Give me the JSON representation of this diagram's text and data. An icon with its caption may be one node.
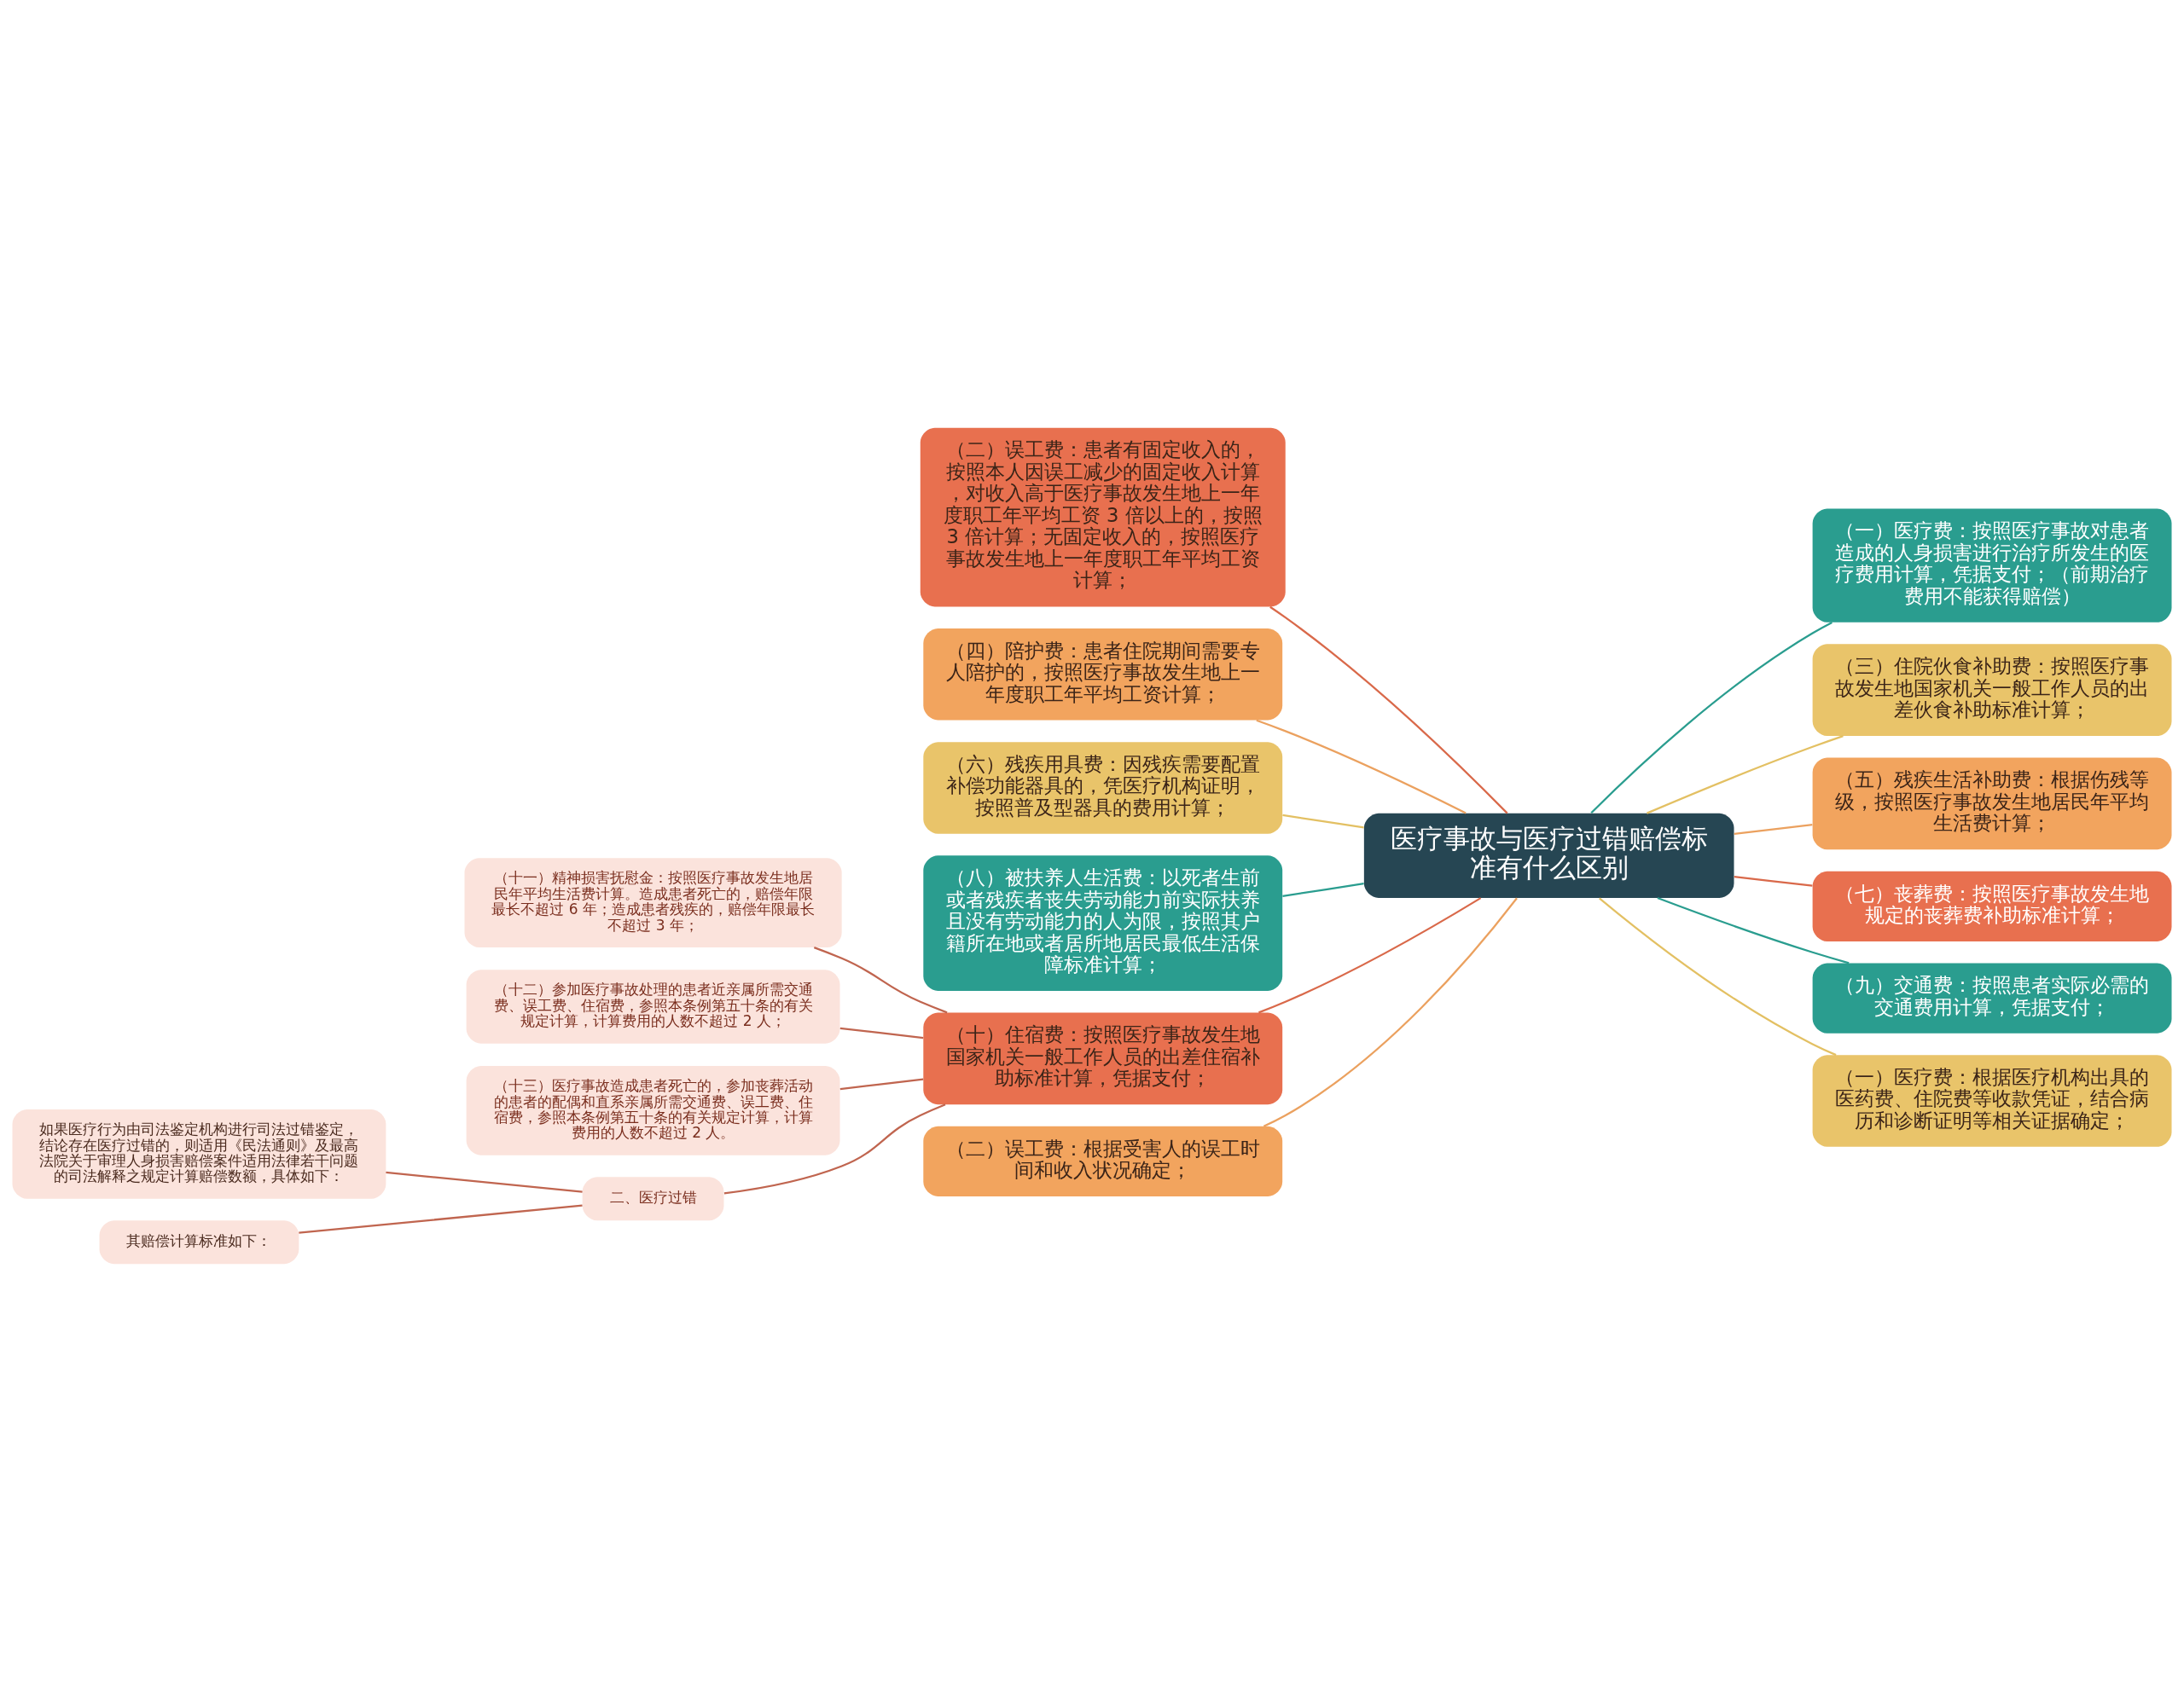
{
  "diagram": {
    "nodes": [
      {
        "text": [
          "医疗事故与医疗过错赔偿标准有什么区别"
        ]
      },
      {
        "text": [
          "（二）误工费：患者有固定收入的，按照本人因误工减少的固定收入计算，对收入高于医疗事故发生地上一年度职工年平均工资 3 倍以上的，按照 3 倍计算；无固定收入的，按照医疗事故发生地上一年度职工年平均工资计算；"
        ]
      },
      {
        "text": [
          "（四）陪护费：患者住院期间需要专人陪护的，按照医疗事故发生地上一年度职工年平均工资计算；"
        ]
      },
      {
        "text": [
          "（六）残疾用具费：因残疾需要配置补偿功能器具的，凭医疗机构证明，按照普及型器具的费用计算；"
        ]
      },
      {
        "text": [
          "（八）被扶养人生活费：以死者生前或者残疾者丧失劳动能力前实际扶养且没有劳动能力的人为限，按照其户籍所在地或者居所地居民最低生活保障标准计算；"
        ]
      },
      {
        "text": [
          "（十）住宿费：按照医疗事故发生地国家机关一般工作人员的出差住宿补助标准计算，凭据支付；"
        ]
      },
      {
        "text": [
          "（十一）精神损害抚慰金：按照医疗事故发生地居民年平均生活费计算。造成患者死亡的，赔偿年限最长不超过 6 年；造成患者残疾的，赔偿年限最长不超过 3 年；"
        ]
      },
      {
        "text": [
          "（十二）参加医疗事故处理的患者近亲属所需交通费、误工费、住宿费，参照本条例第五十条的有关规定计算，计算费用的人数不超过 2 人；"
        ]
      },
      {
        "text": [
          "（十三）医疗事故造成患者死亡的，参加丧葬活动的患者的配偶和直系亲属所需交通费、误工费、住宿费，参照本条例第五十条的有关规定计算，计算费用的人数不超过 2 人。"
        ]
      },
      {
        "text": [
          "二、医疗过错"
        ]
      },
      {
        "text": [
          "如果医疗行为由司法鉴定机构进行司法过错鉴定，结论存在医疗过错的，则适用《民法通则》及最高法院关于审理人身损害赔偿案件适用法律若干问题的司法解释之规定计算赔偿数额，具体如下："
        ]
      },
      {
        "text": [
          "其赔偿计算标准如下："
        ]
      },
      {
        "text": [
          "（二）误工费：根据受害人的误工时间和收入状况确定；"
        ]
      },
      {
        "text": [
          "（一）医疗费：按照医疗事故对患者造成的人身损害进行治疗所发生的医疗费用计算，凭据支付；（前期治疗费用不能获得赔偿）"
        ]
      },
      {
        "text": [
          "（三）住院伙食补助费：按照医疗事故发生地国家机关一般工作人员的出差伙食补助标准计算；"
        ]
      },
      {
        "text": [
          "（五）残疾生活补助费：根据伤残等级，按照医疗事故发生地居民年平均生活费计算；"
        ]
      },
      {
        "text": [
          "（七）丧葬费：按照医疗事故发生地规定的丧葬费补助标准计算；"
        ]
      },
      {
        "text": [
          "（九）交通费：按照患者实际必需的交通费用计算，凭据支付；"
        ]
      },
      {
        "text": [
          "（一）医疗费：根据医疗机构出具的医药费、住院费等收款凭证，结合病历和诊断证明等相关证据确定；"
        ]
      }
    ],
    "edges": [
      {
        "from": 0,
        "to": 1,
        "arrow": "none",
        "color": "#d9694a"
      },
      {
        "from": 0,
        "to": 2,
        "arrow": "none",
        "color": "#eba15f"
      },
      {
        "from": 0,
        "to": 3,
        "arrow": "none",
        "color": "#e3c063"
      },
      {
        "from": 0,
        "to": 4,
        "arrow": "none",
        "color": "#2a9d8f"
      },
      {
        "from": 0,
        "to": 5,
        "arrow": "none",
        "color": "#d9694a"
      },
      {
        "from": 5,
        "to": 6,
        "arrow": "none",
        "color": "#c0654f"
      },
      {
        "from": 5,
        "to": 7,
        "arrow": "none",
        "color": "#c0654f"
      },
      {
        "from": 5,
        "to": 8,
        "arrow": "none",
        "color": "#c0654f"
      },
      {
        "from": 5,
        "to": 9,
        "arrow": "none",
        "color": "#c0654f"
      },
      {
        "from": 9,
        "to": 10,
        "arrow": "none",
        "color": "#c0654f"
      },
      {
        "from": 9,
        "to": 11,
        "arrow": "none",
        "color": "#c0654f"
      },
      {
        "from": 0,
        "to": 12,
        "arrow": "none",
        "color": "#eba15f"
      },
      {
        "from": 0,
        "to": 13,
        "arrow": "none",
        "color": "#2a9d8f"
      },
      {
        "from": 0,
        "to": 14,
        "arrow": "none",
        "color": "#e3c063"
      },
      {
        "from": 0,
        "to": 15,
        "arrow": "none",
        "color": "#eba15f"
      },
      {
        "from": 0,
        "to": 16,
        "arrow": "none",
        "color": "#d9694a"
      },
      {
        "from": 0,
        "to": 17,
        "arrow": "none",
        "color": "#2a9d8f"
      },
      {
        "from": 0,
        "to": 18,
        "arrow": "none",
        "color": "#e3c063"
      }
    ]
  }
}
